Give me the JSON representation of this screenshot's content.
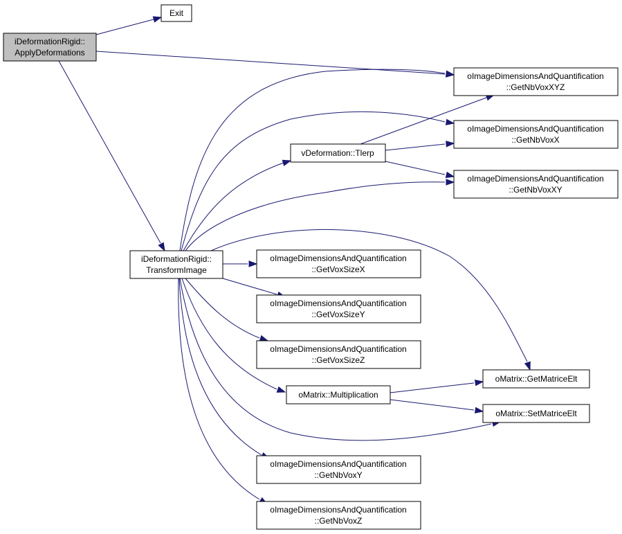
{
  "colors": {
    "edge": "#191970",
    "root_fill": "#bfbfbf",
    "node_fill": "#ffffff",
    "border": "#000000"
  },
  "nodes": {
    "apply": [
      "iDeformationRigid::",
      "ApplyDeformations"
    ],
    "exit": [
      "Exit"
    ],
    "nbxyz": [
      "oImageDimensionsAndQuantification",
      "::GetNbVoxXYZ"
    ],
    "nbx": [
      "oImageDimensionsAndQuantification",
      "::GetNbVoxX"
    ],
    "tlerp": [
      "vDeformation::Tlerp"
    ],
    "nbxy": [
      "oImageDimensionsAndQuantification",
      "::GetNbVoxXY"
    ],
    "transform": [
      "iDeformationRigid::",
      "TransformImage"
    ],
    "vsx": [
      "oImageDimensionsAndQuantification",
      "::GetVoxSizeX"
    ],
    "vsy": [
      "oImageDimensionsAndQuantification",
      "::GetVoxSizeY"
    ],
    "vsz": [
      "oImageDimensionsAndQuantification",
      "::GetVoxSizeZ"
    ],
    "mult": [
      "oMatrix::Multiplication"
    ],
    "getelt": [
      "oMatrix::GetMatriceElt"
    ],
    "setelt": [
      "oMatrix::SetMatriceElt"
    ],
    "nby": [
      "oImageDimensionsAndQuantification",
      "::GetNbVoxY"
    ],
    "nbz": [
      "oImageDimensionsAndQuantification",
      "::GetNbVoxZ"
    ]
  },
  "edges": [
    [
      "apply",
      "exit"
    ],
    [
      "apply",
      "nbxyz"
    ],
    [
      "apply",
      "transform"
    ],
    [
      "tlerp",
      "nbxyz"
    ],
    [
      "tlerp",
      "nbx"
    ],
    [
      "tlerp",
      "nbxy"
    ],
    [
      "transform",
      "nbxyz"
    ],
    [
      "transform",
      "nbx"
    ],
    [
      "transform",
      "tlerp"
    ],
    [
      "transform",
      "nbxy"
    ],
    [
      "transform",
      "getelt"
    ],
    [
      "transform",
      "vsx"
    ],
    [
      "transform",
      "vsy"
    ],
    [
      "transform",
      "vsz"
    ],
    [
      "transform",
      "mult"
    ],
    [
      "transform",
      "setelt"
    ],
    [
      "transform",
      "nby"
    ],
    [
      "transform",
      "nbz"
    ],
    [
      "mult",
      "getelt"
    ],
    [
      "mult",
      "setelt"
    ]
  ]
}
